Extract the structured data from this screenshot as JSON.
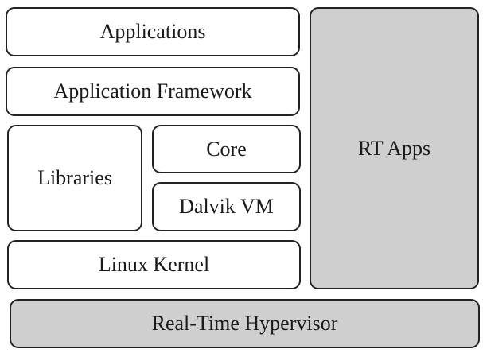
{
  "diagram": {
    "applications": "Applications",
    "application_framework": "Application Framework",
    "libraries": "Libraries",
    "core": "Core",
    "dalvik_vm": "Dalvik VM",
    "linux_kernel": "Linux Kernel",
    "rt_apps": "RT Apps",
    "hypervisor": "Real-Time Hypervisor"
  },
  "colors": {
    "border": "#222222",
    "box_fill": "#ffffff",
    "shaded_fill": "#cfcfcf",
    "text": "#1a1a1a"
  }
}
